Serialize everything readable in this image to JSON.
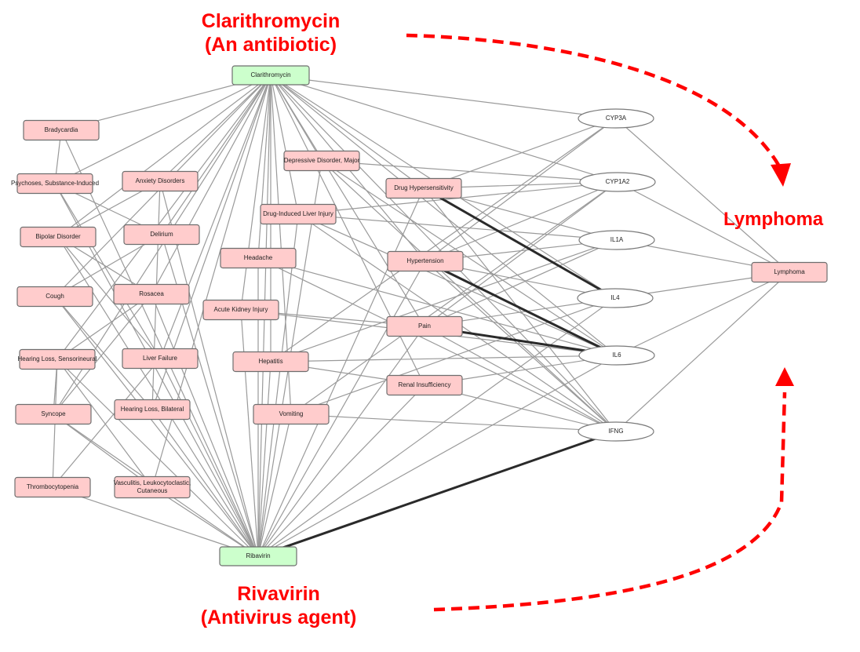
{
  "annotations": {
    "top_drug": {
      "line1": "Clarithromycin",
      "line2": "(An antibiotic)"
    },
    "bottom_drug": {
      "line1": "Rivavirin",
      "line2": "(Antivirus agent)"
    },
    "target_disease": "Lymphoma",
    "accent_color": "#ff0000"
  },
  "colors": {
    "drug_node_fill": "#ccffcc",
    "disease_node_fill": "#ffcccc",
    "gene_node_fill": "#ffffff",
    "edge_color": "#9a9a9a",
    "strong_edge_color": "#2a2a2a"
  },
  "nodes": [
    {
      "id": "clarithromycin",
      "label": "Clarithromycin",
      "type": "drug"
    },
    {
      "id": "ribavirin",
      "label": "Ribavirin",
      "type": "drug"
    },
    {
      "id": "bradycardia",
      "label": "Bradycardia",
      "type": "disease"
    },
    {
      "id": "psychoses",
      "label": "Psychoses, Substance-Induced",
      "type": "disease"
    },
    {
      "id": "bipolar",
      "label": "Bipolar Disorder",
      "type": "disease"
    },
    {
      "id": "cough",
      "label": "Cough",
      "type": "disease"
    },
    {
      "id": "hl_sensorineural",
      "label": "Hearing Loss, Sensorineural",
      "type": "disease"
    },
    {
      "id": "syncope",
      "label": "Syncope",
      "type": "disease"
    },
    {
      "id": "thrombocytopenia",
      "label": "Thrombocytopenia",
      "type": "disease"
    },
    {
      "id": "anxiety",
      "label": "Anxiety Disorders",
      "type": "disease"
    },
    {
      "id": "delirium",
      "label": "Delirium",
      "type": "disease"
    },
    {
      "id": "rosacea",
      "label": "Rosacea",
      "type": "disease"
    },
    {
      "id": "liver_failure",
      "label": "Liver Failure",
      "type": "disease"
    },
    {
      "id": "hl_bilateral",
      "label": "Hearing Loss, Bilateral",
      "type": "disease"
    },
    {
      "id": "vasculitis",
      "label": "Vasculitis, Leukocytoclastic, Cutaneous",
      "type": "disease"
    },
    {
      "id": "depressive",
      "label": "Depressive Disorder, Major",
      "type": "disease"
    },
    {
      "id": "dili",
      "label": "Drug-Induced Liver Injury",
      "type": "disease"
    },
    {
      "id": "headache",
      "label": "Headache",
      "type": "disease"
    },
    {
      "id": "aki",
      "label": "Acute Kidney Injury",
      "type": "disease"
    },
    {
      "id": "hepatitis",
      "label": "Hepatitis",
      "type": "disease"
    },
    {
      "id": "vomiting",
      "label": "Vomiting",
      "type": "disease"
    },
    {
      "id": "drug_hyper",
      "label": "Drug Hypersensitivity",
      "type": "disease"
    },
    {
      "id": "hypertension",
      "label": "Hypertension",
      "type": "disease"
    },
    {
      "id": "pain",
      "label": "Pain",
      "type": "disease"
    },
    {
      "id": "renal",
      "label": "Renal Insufficiency",
      "type": "disease"
    },
    {
      "id": "cyp3a",
      "label": "CYP3A",
      "type": "gene"
    },
    {
      "id": "cyp1a2",
      "label": "CYP1A2",
      "type": "gene"
    },
    {
      "id": "il1a",
      "label": "IL1A",
      "type": "gene"
    },
    {
      "id": "il4",
      "label": "IL4",
      "type": "gene"
    },
    {
      "id": "il6",
      "label": "IL6",
      "type": "gene"
    },
    {
      "id": "ifng",
      "label": "IFNG",
      "type": "gene"
    },
    {
      "id": "lymphoma",
      "label": "Lymphoma",
      "type": "disease"
    }
  ],
  "edges": [
    [
      "clarithromycin",
      "bradycardia"
    ],
    [
      "clarithromycin",
      "psychoses"
    ],
    [
      "clarithromycin",
      "bipolar"
    ],
    [
      "clarithromycin",
      "cough"
    ],
    [
      "clarithromycin",
      "hl_sensorineural"
    ],
    [
      "clarithromycin",
      "syncope"
    ],
    [
      "clarithromycin",
      "anxiety"
    ],
    [
      "clarithromycin",
      "delirium"
    ],
    [
      "clarithromycin",
      "rosacea"
    ],
    [
      "clarithromycin",
      "liver_failure"
    ],
    [
      "clarithromycin",
      "hl_bilateral"
    ],
    [
      "clarithromycin",
      "vasculitis"
    ],
    [
      "clarithromycin",
      "depressive"
    ],
    [
      "clarithromycin",
      "dili"
    ],
    [
      "clarithromycin",
      "headache"
    ],
    [
      "clarithromycin",
      "aki"
    ],
    [
      "clarithromycin",
      "hepatitis"
    ],
    [
      "clarithromycin",
      "vomiting"
    ],
    [
      "clarithromycin",
      "drug_hyper"
    ],
    [
      "clarithromycin",
      "hypertension"
    ],
    [
      "clarithromycin",
      "pain"
    ],
    [
      "clarithromycin",
      "renal"
    ],
    [
      "clarithromycin",
      "cyp3a"
    ],
    [
      "clarithromycin",
      "cyp1a2"
    ],
    [
      "clarithromycin",
      "il4"
    ],
    [
      "clarithromycin",
      "il6"
    ],
    [
      "clarithromycin",
      "ifng"
    ],
    [
      "clarithromycin",
      "ribavirin"
    ],
    [
      "ribavirin",
      "thrombocytopenia"
    ],
    [
      "ribavirin",
      "syncope"
    ],
    [
      "ribavirin",
      "hl_sensorineural"
    ],
    [
      "ribavirin",
      "cough"
    ],
    [
      "ribavirin",
      "bipolar"
    ],
    [
      "ribavirin",
      "psychoses"
    ],
    [
      "ribavirin",
      "bradycardia"
    ],
    [
      "ribavirin",
      "anxiety"
    ],
    [
      "ribavirin",
      "delirium"
    ],
    [
      "ribavirin",
      "rosacea"
    ],
    [
      "ribavirin",
      "liver_failure"
    ],
    [
      "ribavirin",
      "hl_bilateral"
    ],
    [
      "ribavirin",
      "vasculitis"
    ],
    [
      "ribavirin",
      "depressive"
    ],
    [
      "ribavirin",
      "dili"
    ],
    [
      "ribavirin",
      "headache"
    ],
    [
      "ribavirin",
      "aki"
    ],
    [
      "ribavirin",
      "hepatitis"
    ],
    [
      "ribavirin",
      "vomiting"
    ],
    [
      "ribavirin",
      "drug_hyper"
    ],
    [
      "ribavirin",
      "hypertension"
    ],
    [
      "ribavirin",
      "pain"
    ],
    [
      "ribavirin",
      "renal"
    ],
    [
      "ribavirin",
      "il4"
    ],
    [
      "ribavirin",
      "il6"
    ],
    [
      "depressive",
      "cyp1a2"
    ],
    [
      "depressive",
      "il6"
    ],
    [
      "depressive",
      "ifng"
    ],
    [
      "drug_hyper",
      "cyp1a2"
    ],
    [
      "drug_hyper",
      "cyp3a"
    ],
    [
      "drug_hyper",
      "il1a"
    ],
    [
      "drug_hyper",
      "ifng"
    ],
    [
      "dili",
      "il1a"
    ],
    [
      "dili",
      "il6"
    ],
    [
      "dili",
      "ifng"
    ],
    [
      "dili",
      "cyp1a2"
    ],
    [
      "headache",
      "il6"
    ],
    [
      "headache",
      "ifng"
    ],
    [
      "aki",
      "pain"
    ],
    [
      "aki",
      "il6"
    ],
    [
      "hepatitis",
      "il6"
    ],
    [
      "hepatitis",
      "renal"
    ],
    [
      "hepatitis",
      "il1a"
    ],
    [
      "hepatitis",
      "cyp3a"
    ],
    [
      "vomiting",
      "ifng"
    ],
    [
      "vomiting",
      "il4"
    ],
    [
      "vomiting",
      "cyp1a2"
    ],
    [
      "hypertension",
      "il1a"
    ],
    [
      "hypertension",
      "il4"
    ],
    [
      "hypertension",
      "cyp3a"
    ],
    [
      "hypertension",
      "ifng"
    ],
    [
      "hypertension",
      "cyp1a2"
    ],
    [
      "pain",
      "il1a"
    ],
    [
      "pain",
      "ifng"
    ],
    [
      "pain",
      "cyp1a2"
    ],
    [
      "pain",
      "il4"
    ],
    [
      "renal",
      "il6"
    ],
    [
      "renal",
      "ifng"
    ],
    [
      "cyp3a",
      "lymphoma"
    ],
    [
      "cyp1a2",
      "lymphoma"
    ],
    [
      "il1a",
      "lymphoma"
    ],
    [
      "il4",
      "lymphoma"
    ],
    [
      "il6",
      "lymphoma"
    ],
    [
      "ifng",
      "lymphoma"
    ],
    [
      "bradycardia",
      "psychoses"
    ],
    [
      "psychoses",
      "delirium"
    ],
    [
      "psychoses",
      "liver_failure"
    ],
    [
      "anxiety",
      "bipolar"
    ],
    [
      "anxiety",
      "hl_bilateral"
    ],
    [
      "bipolar",
      "liver_failure"
    ],
    [
      "bipolar",
      "rosacea"
    ],
    [
      "cough",
      "hl_bilateral"
    ],
    [
      "delirium",
      "cough"
    ],
    [
      "hl_sensorineural",
      "syncope"
    ],
    [
      "hl_sensorineural",
      "rosacea"
    ],
    [
      "hl_sensorineural",
      "vasculitis"
    ],
    [
      "rosacea",
      "syncope"
    ],
    [
      "syncope",
      "vasculitis"
    ],
    [
      "liver_failure",
      "thrombocytopenia"
    ],
    [
      "thrombocytopenia",
      "hl_sensorineural"
    ]
  ],
  "strong_edges": [
    [
      "drug_hyper",
      "il4"
    ],
    [
      "hypertension",
      "il6"
    ],
    [
      "pain",
      "il6"
    ],
    [
      "ribavirin",
      "ifng"
    ]
  ]
}
